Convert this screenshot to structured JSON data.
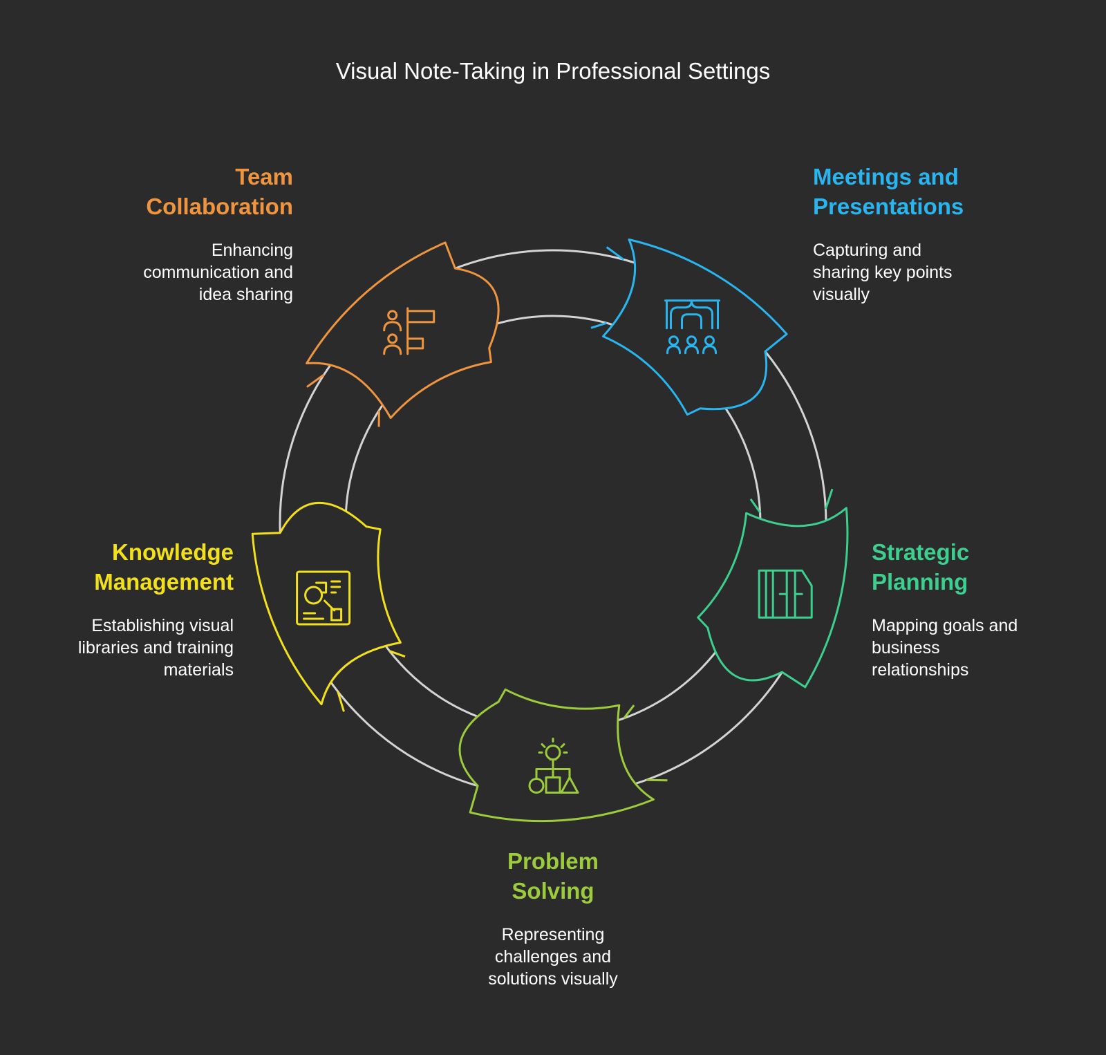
{
  "title": "Visual Note-Taking in Professional Settings",
  "colors": {
    "background": "#2b2b2b",
    "ring": "#d4d4d4",
    "team": "#f0953f",
    "meetings": "#29b6f0",
    "strategic": "#3ccf8e",
    "problem": "#9ccc3c",
    "knowledge": "#f2e01c"
  },
  "stages": [
    {
      "id": "team",
      "heading": "Team\nCollaboration",
      "description": "Enhancing\ncommunication and\nidea sharing",
      "icon": "team-hierarchy-icon"
    },
    {
      "id": "meetings",
      "heading": "Meetings and\nPresentations",
      "description": "Capturing and\nsharing key points\nvisually",
      "icon": "presentation-audience-icon"
    },
    {
      "id": "strategic",
      "heading": "Strategic\nPlanning",
      "description": "Mapping goals and\nbusiness\nrelationships",
      "icon": "strategy-map-icon"
    },
    {
      "id": "problem",
      "heading": "Problem\nSolving",
      "description": "Representing\nchallenges and\nsolutions visually",
      "icon": "idea-shapes-icon"
    },
    {
      "id": "knowledge",
      "heading": "Knowledge\nManagement",
      "description": "Establishing visual\nlibraries and training\nmaterials",
      "icon": "knowledge-library-icon"
    }
  ]
}
